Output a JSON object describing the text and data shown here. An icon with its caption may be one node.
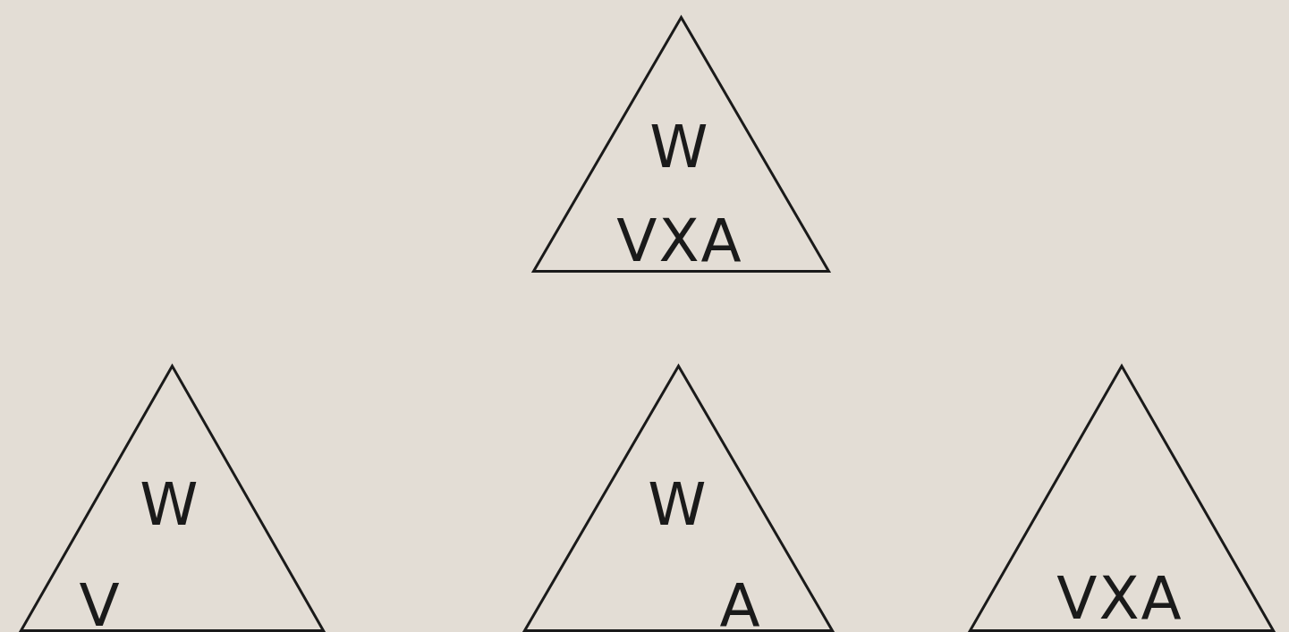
{
  "diagram": {
    "nodes": [
      {
        "text": [
          "W",
          "VXA"
        ]
      },
      {
        "text": [
          "W",
          "V"
        ]
      },
      {
        "text": [
          "W",
          "A"
        ]
      },
      {
        "text": [
          "VXA"
        ]
      }
    ]
  }
}
